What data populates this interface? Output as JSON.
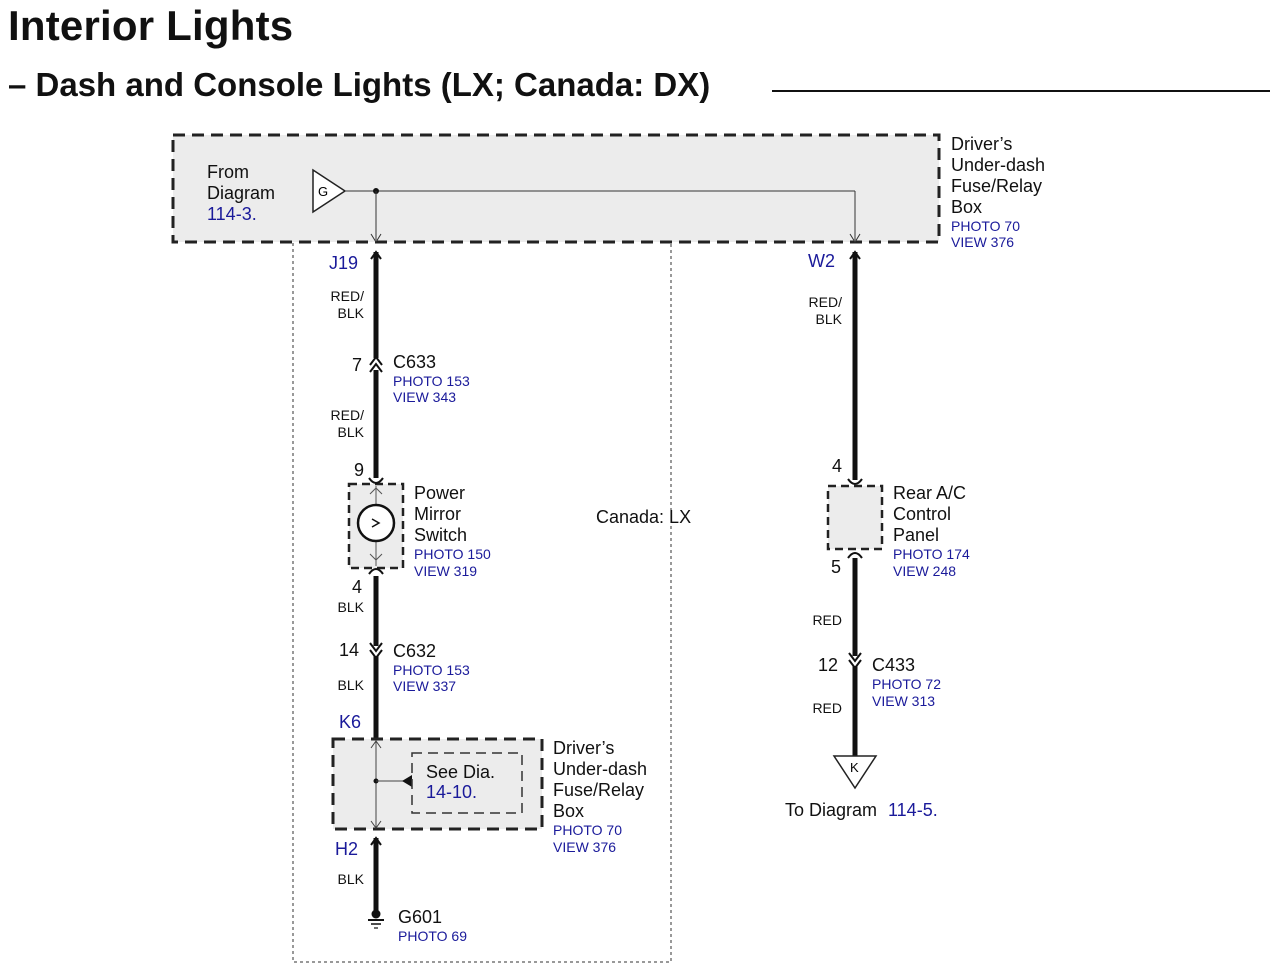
{
  "header": {
    "title": "Interior Lights",
    "subtitle": "– Dash and Console Lights (LX; Canada: DX)"
  },
  "fuse_box_top": {
    "from_line1": "From",
    "from_line2": "Diagram",
    "from_ref": "114-3.",
    "connector_letter": "G",
    "name_lines": [
      "Driver’s",
      "Under-dash",
      "Fuse/Relay",
      "Box"
    ],
    "photo": "PHOTO 70",
    "view": "VIEW 376",
    "terminal_left": "J19",
    "terminal_right": "W2"
  },
  "left_circuit": {
    "variant_label": "Canada: LX",
    "wire1_color": [
      "RED/",
      "BLK"
    ],
    "c633": {
      "pin": "7",
      "name": "C633",
      "photo": "PHOTO 153",
      "view": "VIEW 343"
    },
    "wire2_color": [
      "RED/",
      "BLK"
    ],
    "mirror_switch": {
      "pin_in": "9",
      "pin_out": "4",
      "name_lines": [
        "Power",
        "Mirror",
        "Switch"
      ],
      "photo": "PHOTO 150",
      "view": "VIEW 319"
    },
    "wire3_color": "BLK",
    "c632": {
      "pin": "14",
      "name": "C632",
      "photo": "PHOTO 153",
      "view": "VIEW 337"
    },
    "wire4_color": "BLK",
    "fuse_box_bottom": {
      "terminal_in": "K6",
      "terminal_out": "H2",
      "see_text": "See  Dia.",
      "see_ref": "14-10.",
      "name_lines": [
        "Driver’s",
        "Under-dash",
        "Fuse/Relay",
        "Box"
      ],
      "photo": "PHOTO 70",
      "view": "VIEW 376"
    },
    "wire5_color": "BLK",
    "ground": {
      "name": "G601",
      "photo": "PHOTO 69"
    }
  },
  "right_circuit": {
    "wire1_color": [
      "RED/",
      "BLK"
    ],
    "rear_ac": {
      "pin_in": "4",
      "pin_out": "5",
      "name_lines": [
        "Rear A/C",
        "Control",
        "Panel"
      ],
      "photo": "PHOTO 174",
      "view": "VIEW 248"
    },
    "wire2_color": "RED",
    "c433": {
      "pin": "12",
      "name": "C433",
      "photo": "PHOTO 72",
      "view": "VIEW 313"
    },
    "wire3_color": "RED",
    "to_connector_letter": "K",
    "to_text": "To Diagram",
    "to_ref": "114-5."
  },
  "colors": {
    "reference_blue": "#1a1a9a",
    "box_fill": "#ececec",
    "wire": "#111111"
  }
}
